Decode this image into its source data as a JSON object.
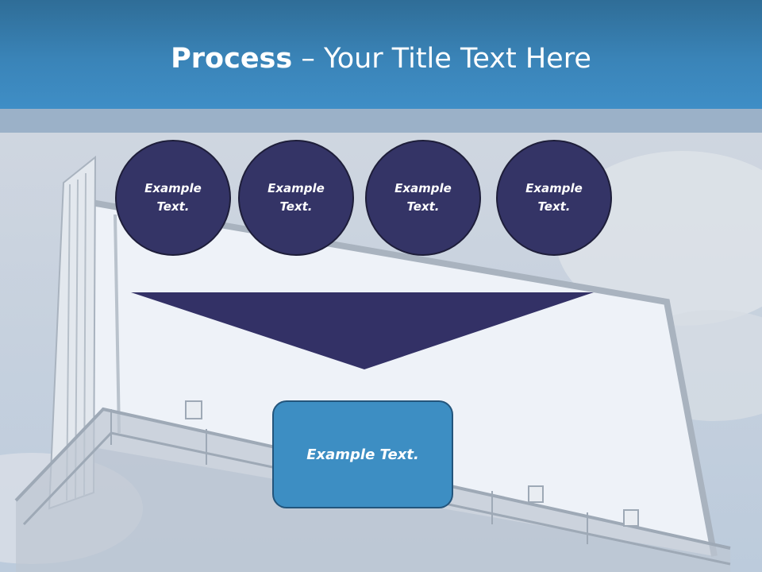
{
  "slide": {
    "title_strong": "Process",
    "title_rest": " – Your Title Text Here"
  },
  "steps": [
    {
      "text": "Example Text."
    },
    {
      "text": "Example Text."
    },
    {
      "text": "Example Text."
    },
    {
      "text": "Example Text."
    }
  ],
  "result": {
    "text": "Example Text."
  },
  "colors": {
    "header": "#3a84b8",
    "circle_fill": "#343466",
    "arrow_fill": "#333166",
    "box_fill": "#3d8ec3"
  }
}
